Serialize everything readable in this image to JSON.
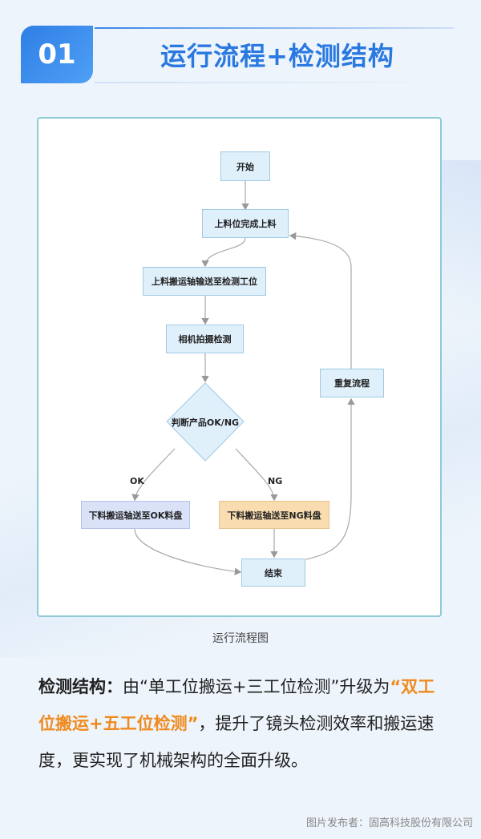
{
  "header": {
    "number": "01",
    "title": "运行流程+检测结构"
  },
  "flowchart": {
    "nodes": {
      "start": "开始",
      "load_done": "上料位完成上料",
      "transfer_to_inspect": "上料搬运轴输送至检测工位",
      "camera_inspect": "相机拍摄检测",
      "decision": "判断产品OK/NG",
      "ok_tray": "下料搬运轴送至OK料盘",
      "ng_tray": "下料搬运轴送至NG料盘",
      "end": "结束",
      "repeat": "重复流程"
    },
    "branch_labels": {
      "ok": "OK",
      "ng": "NG"
    },
    "colors": {
      "process": "#e0f0fb",
      "ok_box": "#d9e2f7",
      "ng_box": "#f9ddb0",
      "connector": "#999999"
    }
  },
  "caption": "运行流程图",
  "body": {
    "label": "检测结构：",
    "text1": "由“单工位搬运+三工位检测”升级为",
    "highlight": "“双工位搬运+五工位检测”",
    "text2": "，提升了镜头检测效率和搬运速度，更实现了机械架构的全面升级。"
  },
  "footer": {
    "credit": "图片发布者：固高科技股份有限公司"
  }
}
